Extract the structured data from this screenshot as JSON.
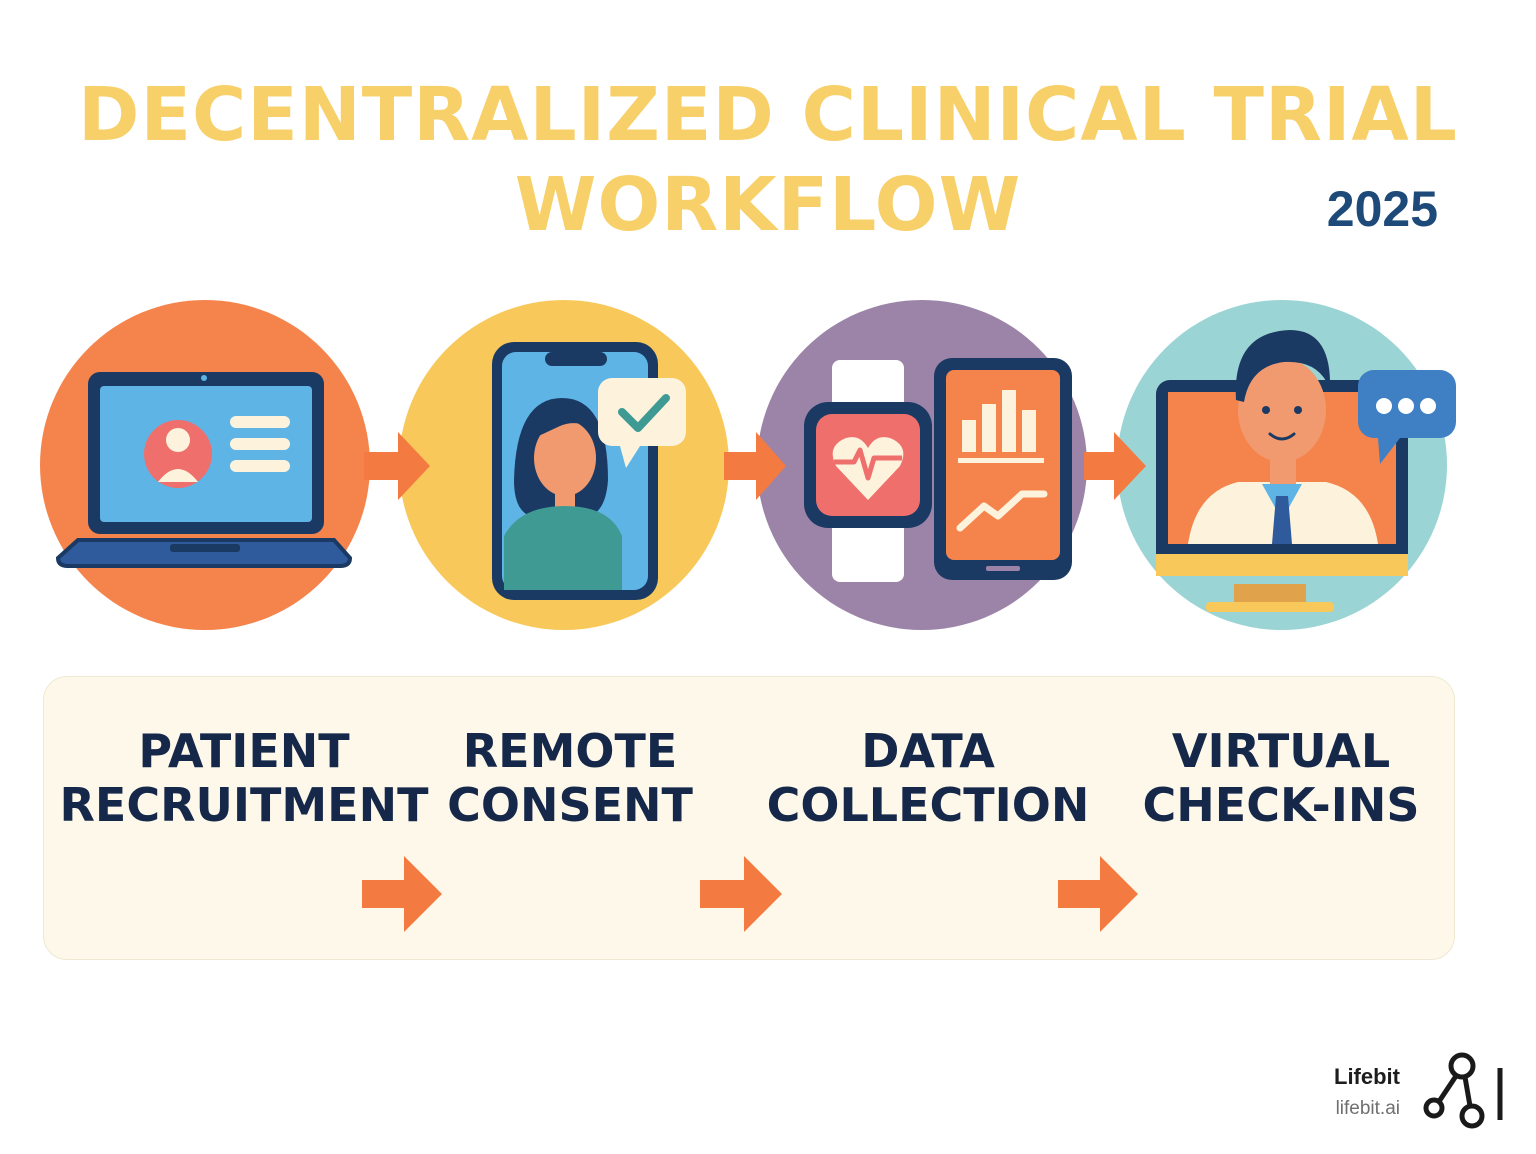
{
  "title": {
    "line1": "DECENTRALIZED CLINICAL TRIAL",
    "line2": "WORKFLOW",
    "year": "2025"
  },
  "steps": [
    {
      "line1": "PATIENT",
      "line2": "RECRUITMENT",
      "icon": "laptop-profile-icon",
      "circle_color": "#f5844c"
    },
    {
      "line1": "REMOTE",
      "line2": "CONSENT",
      "icon": "phone-consent-icon",
      "circle_color": "#f8c95a"
    },
    {
      "line1": "DATA",
      "line2": "COLLECTION",
      "icon": "wearable-tablet-data-icon",
      "circle_color": "#9b84a8"
    },
    {
      "line1": "VIRTUAL",
      "line2": "CHECK-INS",
      "icon": "doctor-video-call-icon",
      "circle_color": "#9bd4d4"
    }
  ],
  "colors": {
    "title": "#f8d06a",
    "year": "#1d4a78",
    "arrow": "#f37a40",
    "label": "#15284a",
    "panel": "#fdf8ea"
  },
  "brand": {
    "name": "Lifebit",
    "url": "lifebit.ai",
    "logo_icon": "lifebit-logo-icon"
  }
}
